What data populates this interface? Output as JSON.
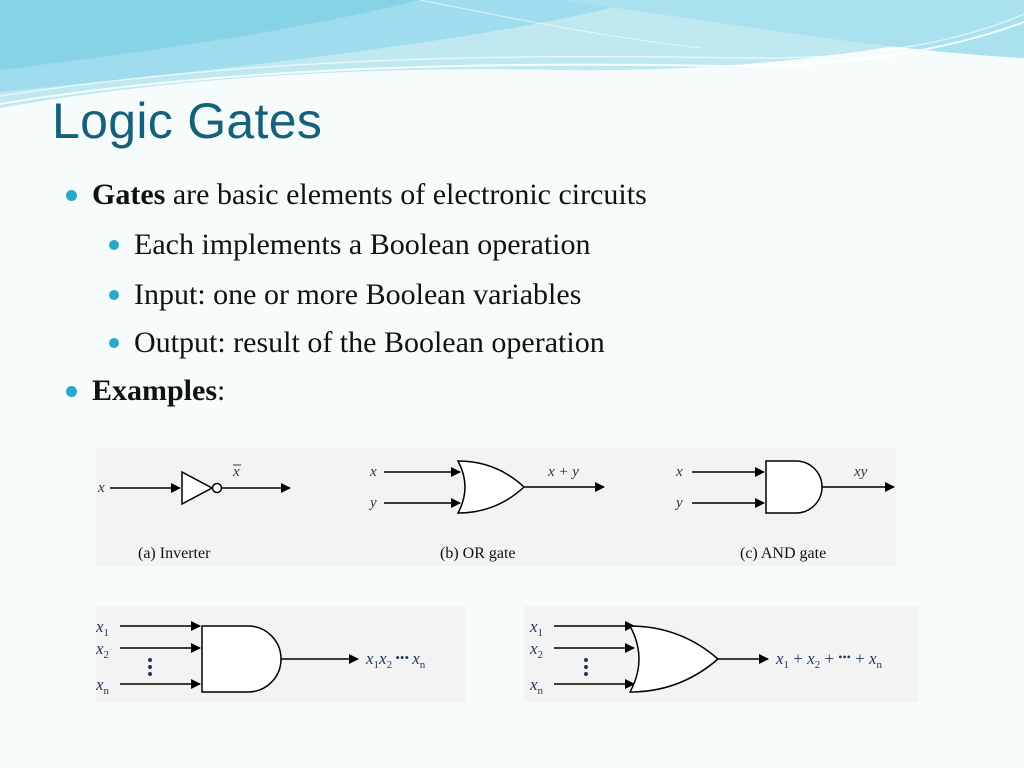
{
  "slide": {
    "title": "Logic Gates",
    "bullets": [
      {
        "bold": "Gates",
        "rest": " are basic elements of electronic circuits"
      },
      {
        "text": "Each implements a Boolean operation"
      },
      {
        "text": "Input: one or more Boolean variables"
      },
      {
        "text": "Output: result of the Boolean operation"
      },
      {
        "bold": "Examples",
        "rest": ":"
      }
    ]
  },
  "figures": {
    "inverter": {
      "input": "x",
      "output": "x",
      "caption": "(a) Inverter"
    },
    "or_gate": {
      "input1": "x",
      "input2": "y",
      "output": "x + y",
      "caption": "(b) OR gate"
    },
    "and_gate": {
      "input1": "x",
      "input2": "y",
      "output": "xy",
      "caption": "(c) AND gate"
    },
    "multi_and": {
      "in1": "x",
      "in1_sub": "1",
      "in2": "x",
      "in2_sub": "2",
      "inn": "x",
      "inn_sub": "n",
      "out_a": "x",
      "out_a_sub": "1",
      "out_b": "x",
      "out_b_sub": "2",
      "out_dots": " ••• ",
      "out_c": "x",
      "out_c_sub": "n"
    },
    "multi_or": {
      "in1": "x",
      "in1_sub": "1",
      "in2": "x",
      "in2_sub": "2",
      "inn": "x",
      "inn_sub": "n",
      "out_a": "x",
      "out_a_sub": "1",
      "plus1": " + ",
      "out_b": "x",
      "out_b_sub": "2",
      "plus2": " + ",
      "out_dots": "•••",
      "plus3": " + ",
      "out_c": "x",
      "out_c_sub": "n"
    }
  },
  "colors": {
    "title": "#17607a",
    "bullet": "#2aa8c8",
    "wave": "#7fd0e3"
  }
}
